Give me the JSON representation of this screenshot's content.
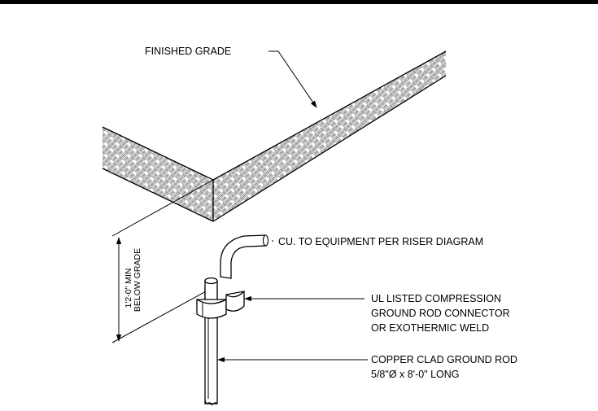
{
  "labels": {
    "finished_grade": "FINISHED GRADE",
    "cu_to_equipment": "CU. TO EQUIPMENT PER RISER DIAGRAM",
    "connector_line1": "UL LISTED COMPRESSION",
    "connector_line2": "GROUND ROD CONNECTOR",
    "connector_line3": "OR EXOTHERMIC WELD",
    "rod_line1": "COPPER CLAD GROUND ROD",
    "rod_line2": "5/8\"Ø x 8'-0\" LONG",
    "depth_line1": "1'2-0\" MIN",
    "depth_line2": "BELOW GRADE"
  },
  "colors": {
    "ink": "#000000",
    "background": "#ffffff"
  }
}
